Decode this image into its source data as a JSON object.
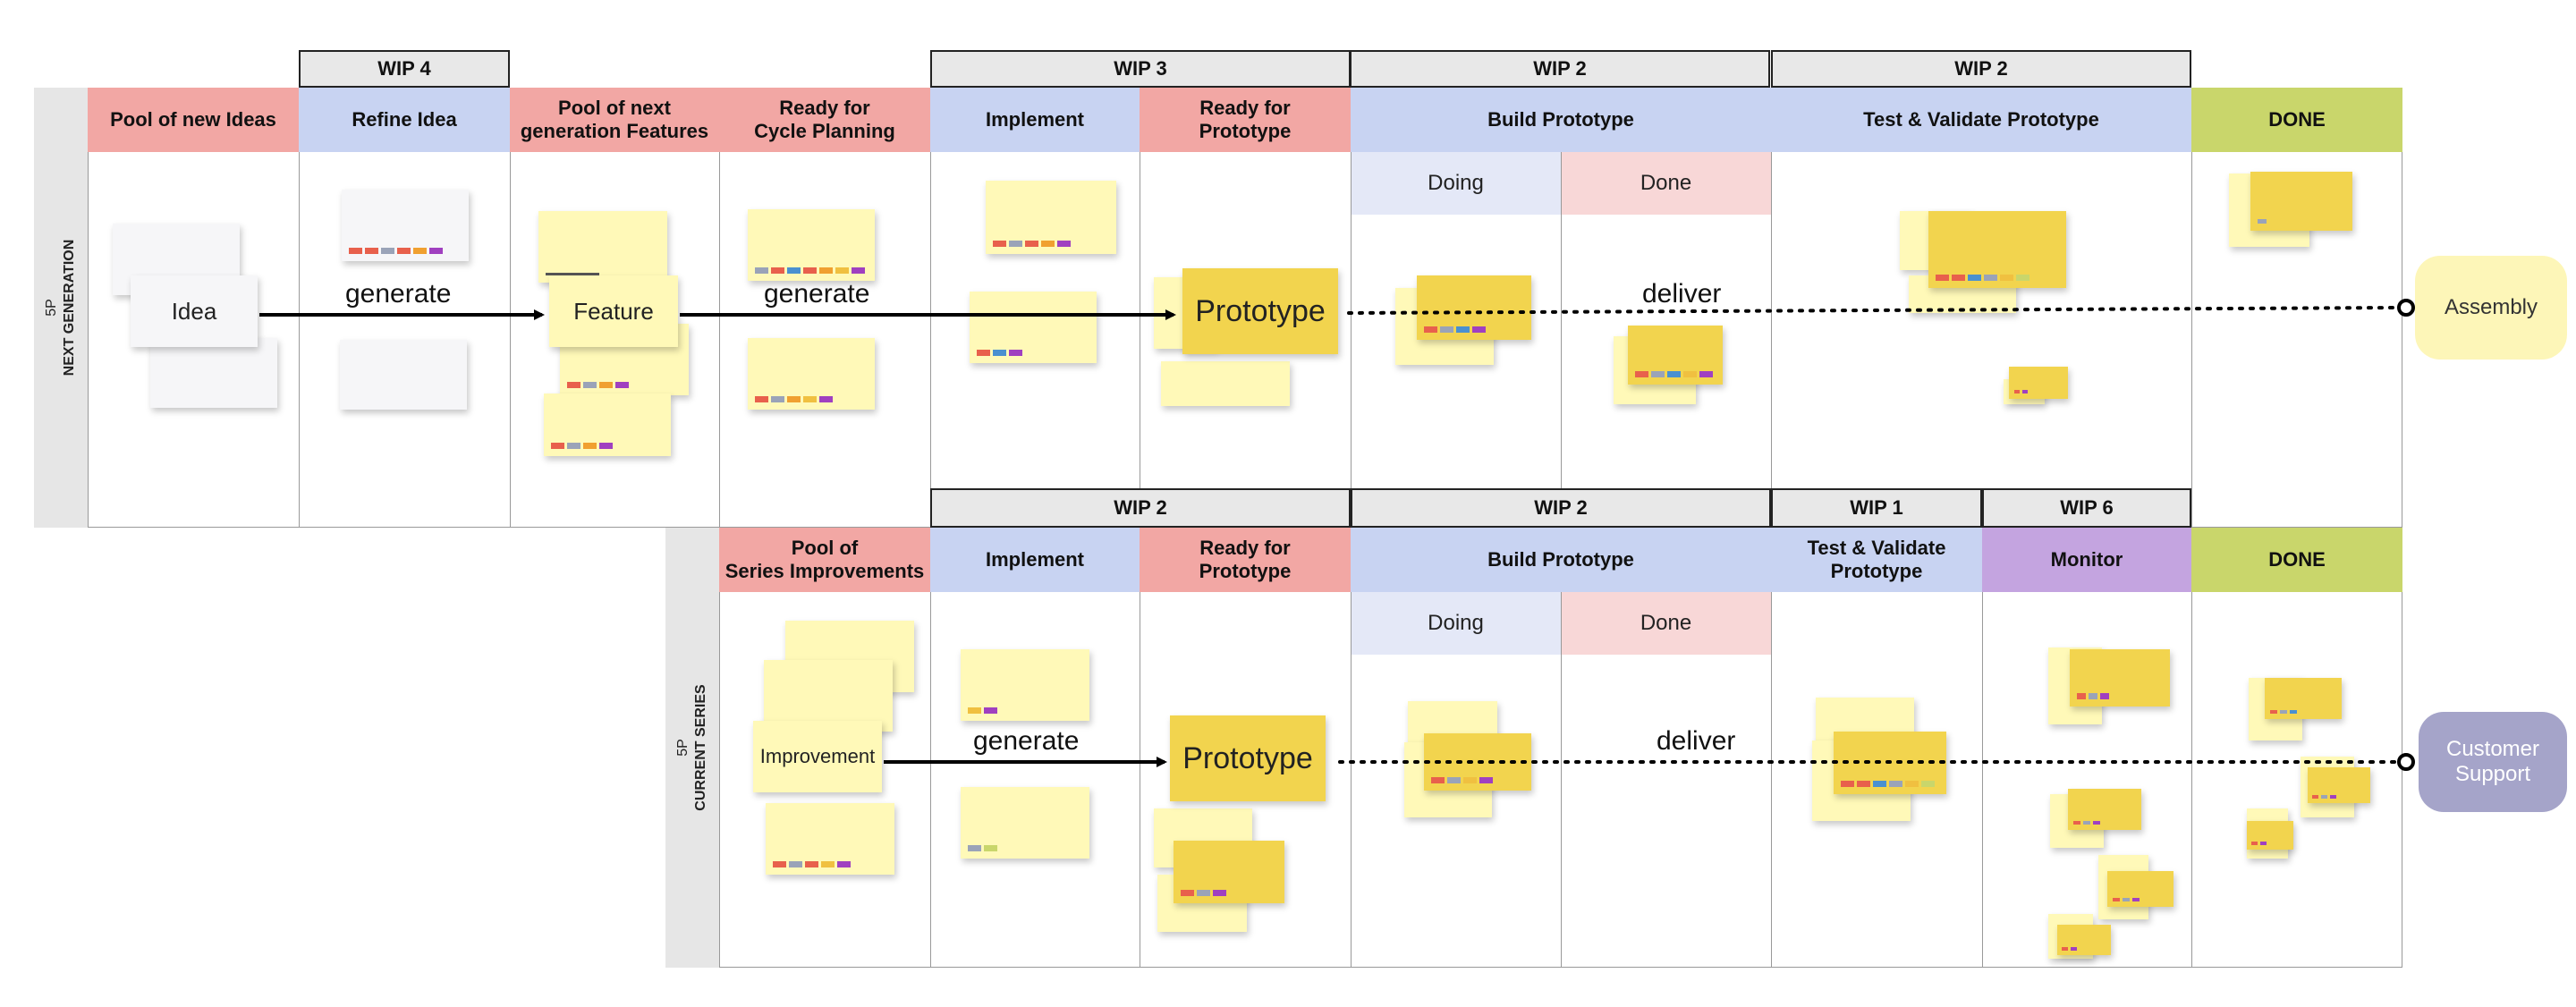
{
  "colors": {
    "pink": "#f2a7a4",
    "blue": "#c8d3f2",
    "green": "#c9d66b",
    "purple": "#c4a4e0",
    "doing": "#e4e8f7",
    "done": "#f8d7d7",
    "note_light": "#fff9b8",
    "note_dark": "#f2d44e",
    "assembly": "#fdf6b8",
    "customer_support": "#a5a4c9"
  },
  "lanes": {
    "top": {
      "tag": "5P",
      "name": "NEXT GENERATION"
    },
    "bottom": {
      "tag": "5P",
      "name": "CURRENT SERIES"
    }
  },
  "top": {
    "wip": {
      "refine": "WIP 4",
      "implement": "WIP 3",
      "build": "WIP 2",
      "test": "WIP 2"
    },
    "columns": {
      "pool": "Pool of new Ideas",
      "refine": "Refine Idea",
      "features": "Pool of next\ngeneration Features",
      "ready_cycle": "Ready for\nCycle Planning",
      "implement": "Implement",
      "ready_proto": "Ready for\nPrototype",
      "build": "Build Prototype",
      "test": "Test & Validate Prototype",
      "done": "DONE"
    },
    "sub": {
      "doing": "Doing",
      "done": "Done"
    },
    "notes": {
      "idea": "Idea",
      "feature": "Feature",
      "prototype": "Prototype"
    },
    "labels": {
      "generate1": "generate",
      "generate2": "generate",
      "deliver": "deliver"
    },
    "endpoint": "Assembly"
  },
  "bottom": {
    "wip": {
      "implement": "WIP 2",
      "build": "WIP 2",
      "test": "WIP 1",
      "monitor": "WIP 6"
    },
    "columns": {
      "pool": "Pool of\nSeries Improvements",
      "implement": "Implement",
      "ready_proto": "Ready for\nPrototype",
      "build": "Build Prototype",
      "test": "Test & Validate\nPrototype",
      "monitor": "Monitor",
      "done": "DONE"
    },
    "sub": {
      "doing": "Doing",
      "done": "Done"
    },
    "notes": {
      "improvement": "Improvement",
      "prototype": "Prototype"
    },
    "labels": {
      "generate": "generate",
      "deliver": "deliver"
    },
    "endpoint": "Customer\nSupport"
  }
}
